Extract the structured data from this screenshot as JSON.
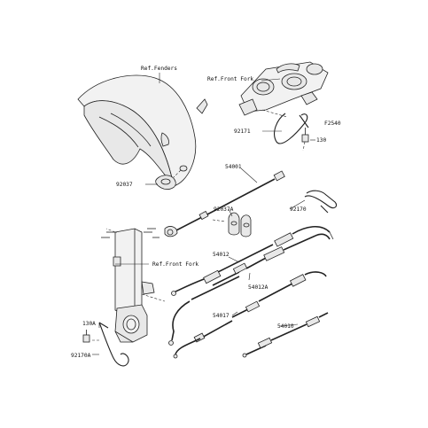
{
  "figure_code": "F2540",
  "references": {
    "fenders": "Ref.Fenders",
    "front_fork_top": "Ref.Front Fork",
    "front_fork_side": "Ref.Front Fork"
  },
  "parts": {
    "p92171": "92171",
    "p130": "130",
    "p92037": "92037",
    "p54001": "54001",
    "p92037A": "92037A",
    "p92170": "92170",
    "p54012": "54012",
    "p54012A": "54012A",
    "p130A": "130A",
    "p54017": "54017",
    "p54010": "54010",
    "p92170A": "92170A"
  }
}
